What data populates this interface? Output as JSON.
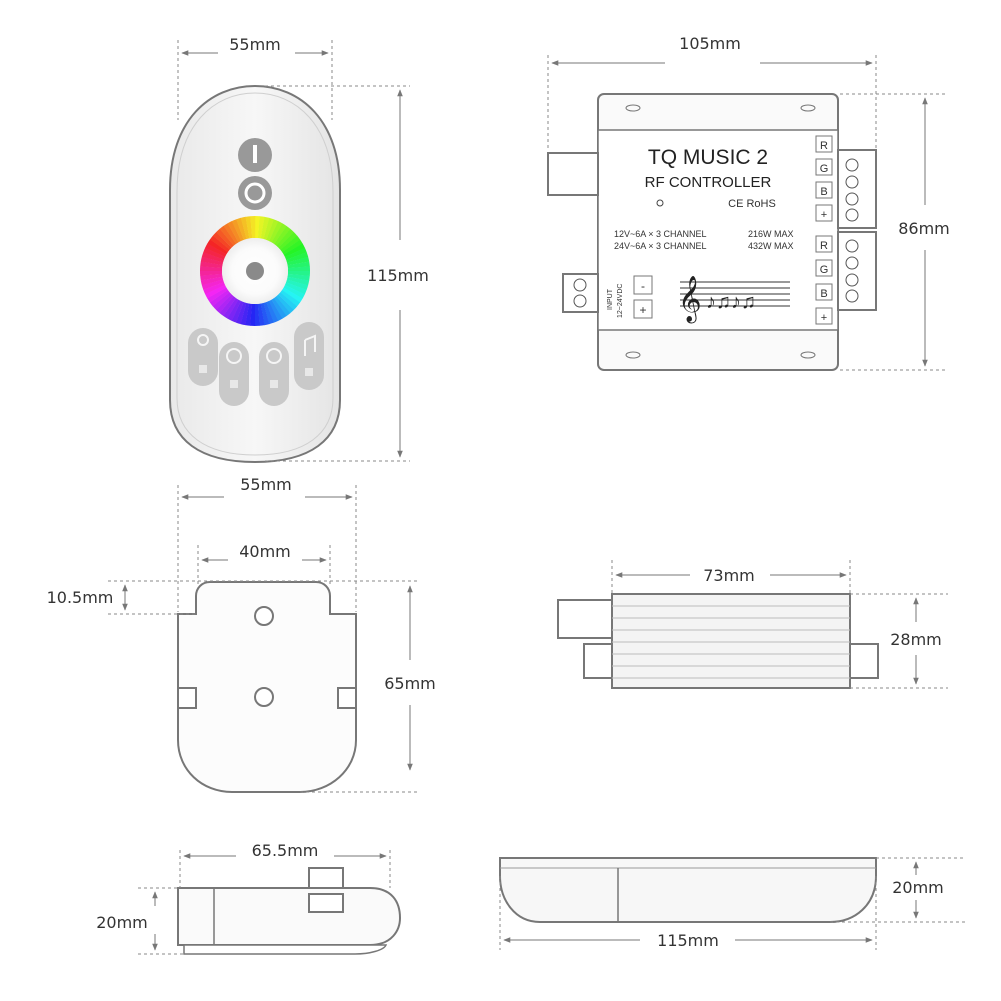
{
  "dimensions": {
    "remote_width": "55mm",
    "remote_height": "115mm",
    "controller_width": "105mm",
    "controller_height": "86mm",
    "holder_width": "55mm",
    "holder_inner_width": "40mm",
    "holder_notch_depth": "10.5mm",
    "holder_height": "65mm",
    "controller_length": "73mm",
    "controller_thickness": "28mm",
    "holder_side_length": "65.5mm",
    "holder_side_thickness": "20mm",
    "remote_side_thickness": "20mm",
    "remote_side_length": "115mm"
  },
  "controller": {
    "title": "TQ MUSIC 2",
    "subtitle": "RF CONTROLLER",
    "marks": "CE RoHS",
    "spec_line1_left": "12V~6A × 3  CHANNEL",
    "spec_line1_right": "216W MAX",
    "spec_line2_left": "24V~6A × 3  CHANNEL",
    "spec_line2_right": "432W MAX",
    "input_label_1": "INPUT",
    "input_label_2": "12~24VDC",
    "terminal_labels_top": [
      "R",
      "G",
      "B",
      "+"
    ],
    "terminal_labels_bottom": [
      "R",
      "G",
      "B",
      "+"
    ],
    "input_terminal_labels": [
      "-",
      "+"
    ]
  },
  "colors": {
    "line": "#555555",
    "dim_line": "#777777",
    "remote_body": "#f0f0f0",
    "remote_button": "#9a9a9a"
  }
}
